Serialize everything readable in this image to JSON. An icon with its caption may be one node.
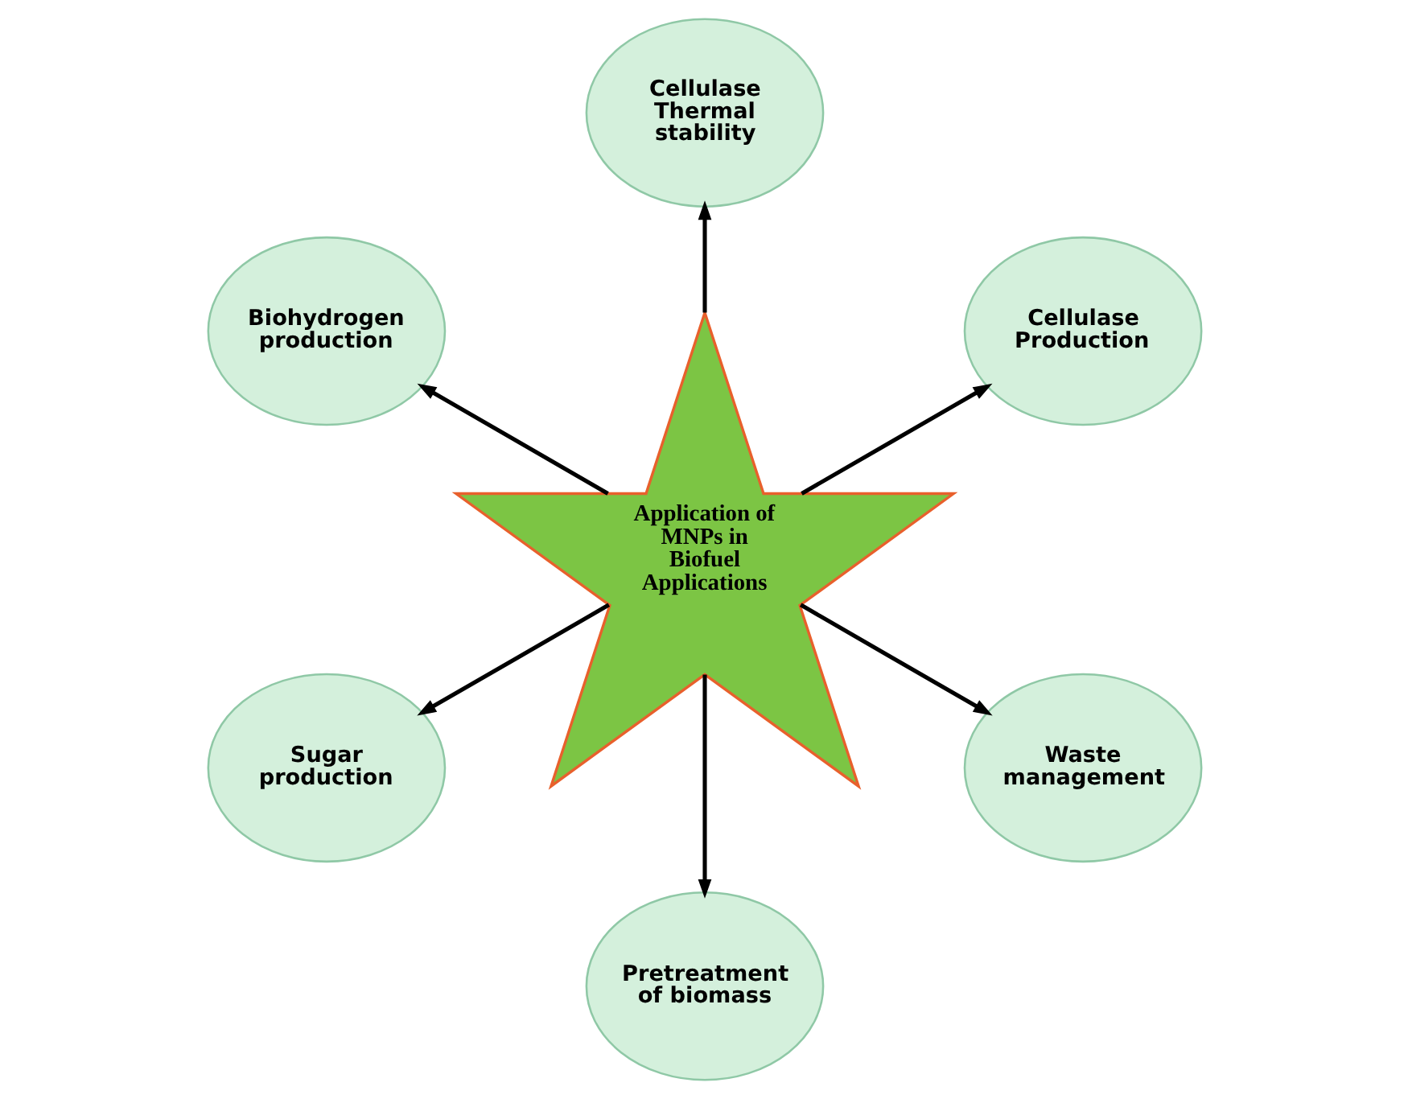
{
  "diagram": {
    "nodes": [
      {
        "text": [
          "Application of MNPs in Biofuel Applications"
        ]
      },
      {
        "text": [
          "Cellulase Production"
        ]
      },
      {
        "text": [
          "Cellulase Thermal stability"
        ]
      },
      {
        "text": [
          "Biohydrogen production"
        ]
      },
      {
        "text": [
          "Sugar production"
        ]
      },
      {
        "text": [
          "Pretreatment of biomass"
        ]
      },
      {
        "text": [
          "Waste management"
        ]
      }
    ],
    "edges": [
      {
        "from": 0,
        "to": 3,
        "arrow": "to"
      },
      {
        "from": 0,
        "to": 2,
        "arrow": "to"
      },
      {
        "from": 0,
        "to": 1,
        "arrow": "to"
      },
      {
        "from": 0,
        "to": 6,
        "arrow": "to"
      },
      {
        "from": 0,
        "to": 5,
        "arrow": "to"
      },
      {
        "from": 0,
        "to": 4,
        "arrow": "to"
      }
    ]
  }
}
